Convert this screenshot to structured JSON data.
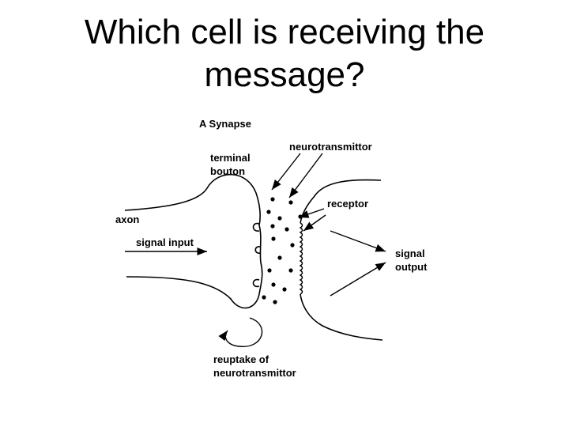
{
  "slide": {
    "title_line1": "Which cell is receiving the",
    "title_line2": "message?"
  },
  "diagram": {
    "heading": "A Synapse",
    "labels": {
      "neurotransmittor": "neurotransmittor",
      "terminal_1": "terminal",
      "terminal_2": "bouton",
      "receptor": "receptor",
      "axon": "axon",
      "signal_input": "signal input",
      "signal_output_1": "signal",
      "signal_output_2": "output",
      "reuptake_1": "reuptake of",
      "reuptake_2": "neurotransmittor"
    }
  }
}
